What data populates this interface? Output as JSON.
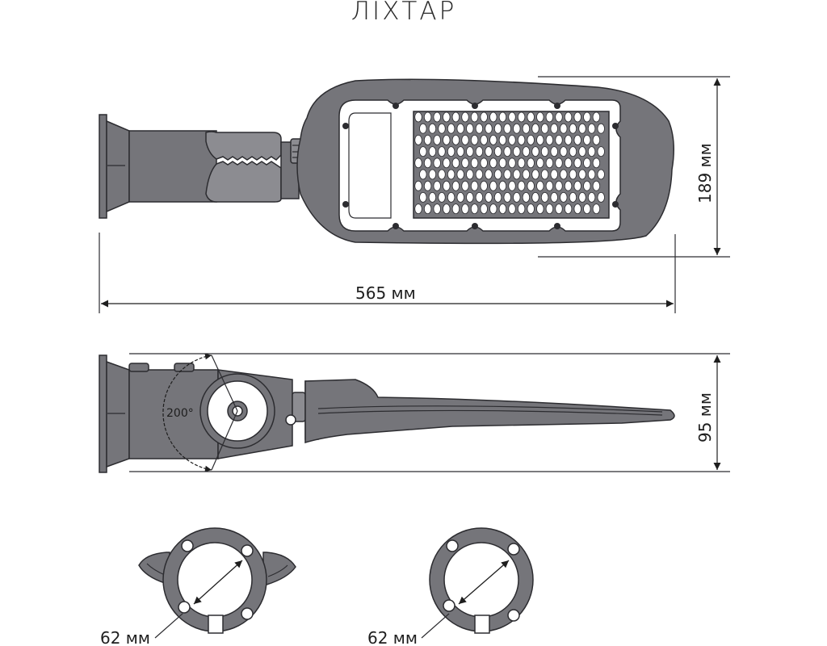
{
  "title": "ЛІХТАР",
  "dimensions": {
    "length": "565 мм",
    "width": "189 мм",
    "height": "95 мм",
    "rotation_angle": "200°",
    "mount_diameter_left": "62 мм",
    "mount_diameter_right": "62 мм"
  },
  "colors": {
    "body": "#75757a",
    "line": "#2c2c30",
    "background": "#ffffff"
  }
}
